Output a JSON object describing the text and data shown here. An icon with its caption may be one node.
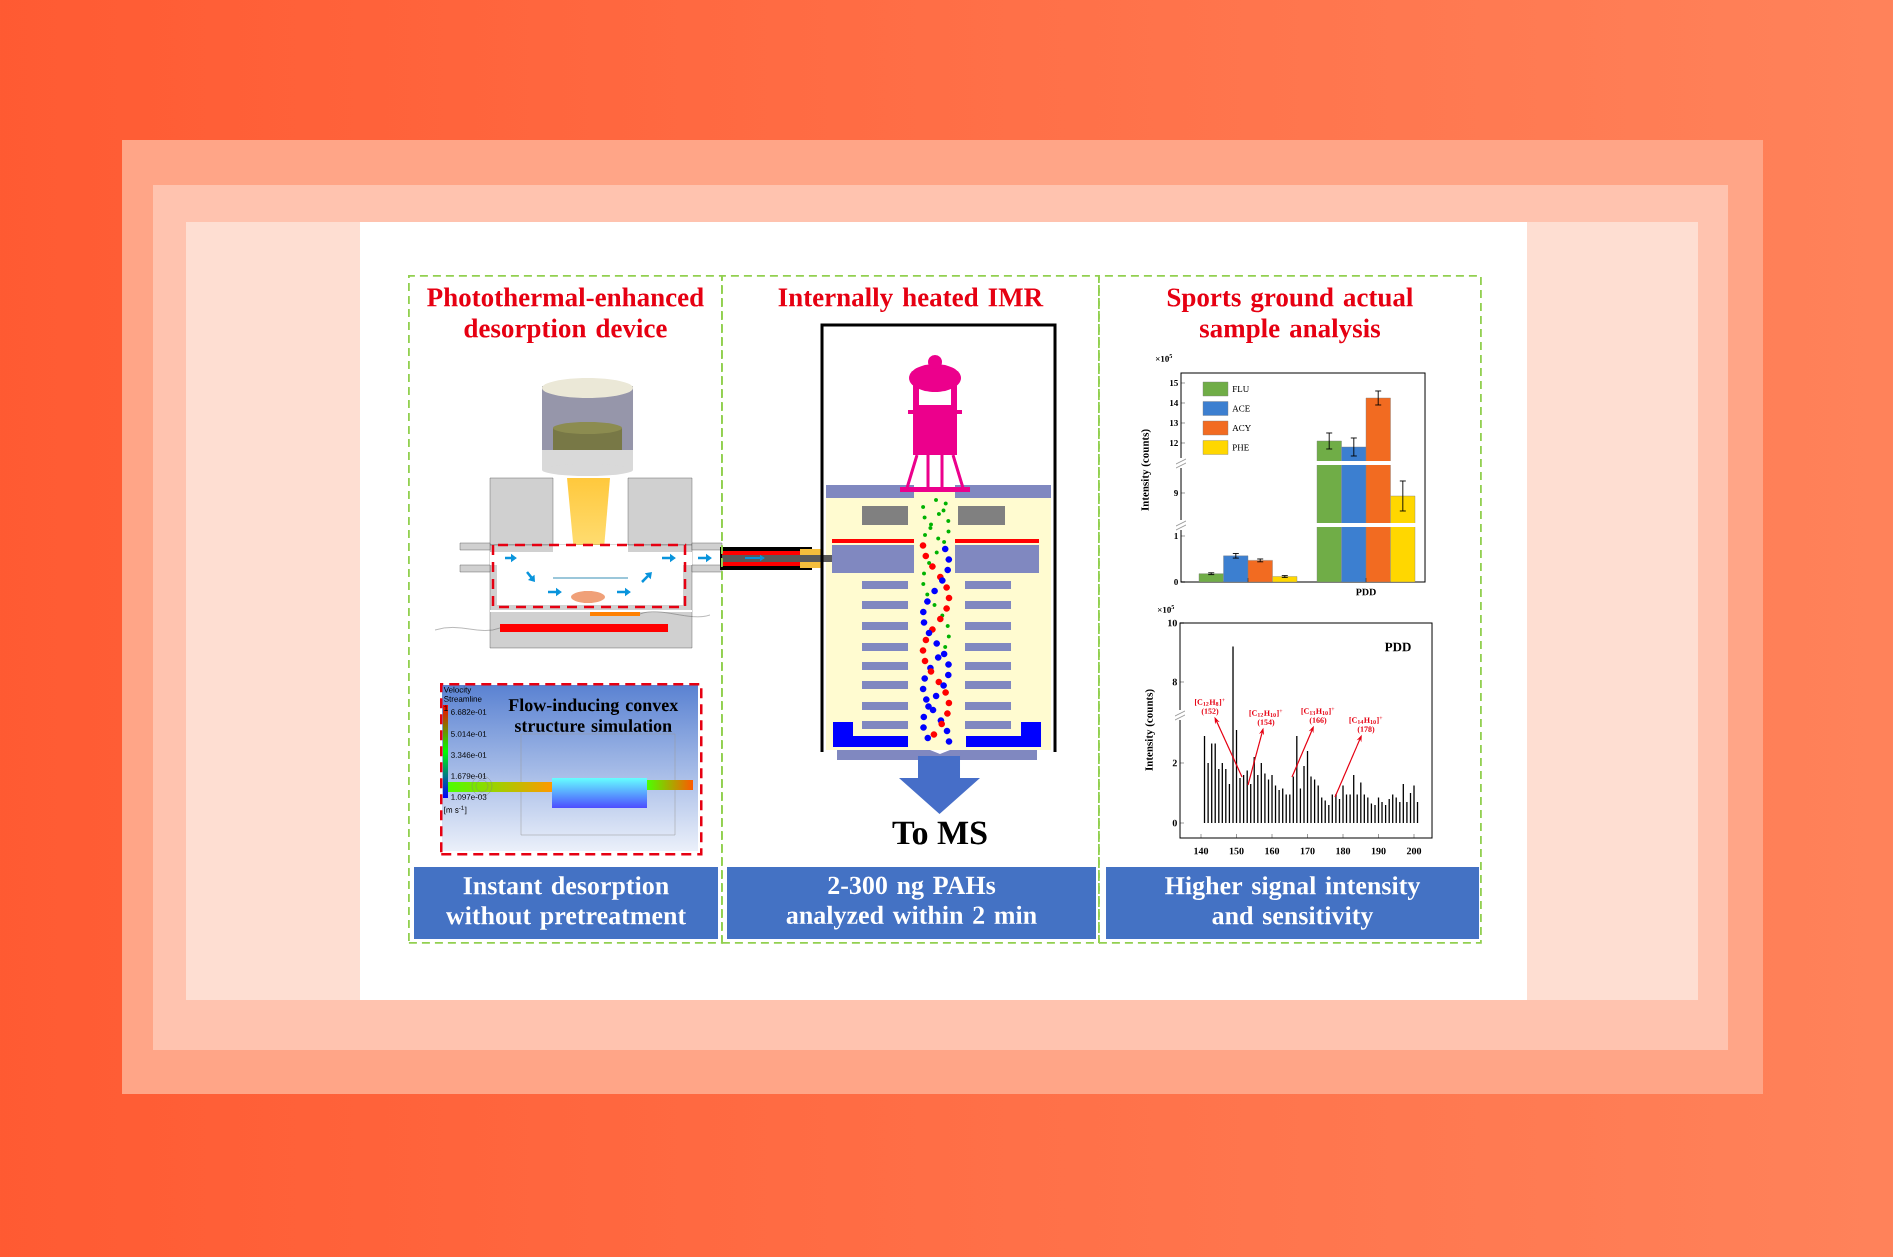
{
  "diagram": {
    "nodes": [
      {
        "text": [
          "Photothermal-enhanced desorption device"
        ]
      },
      {
        "text": [
          "Flow-inducing convex structure simulation"
        ],
        "in": 0
      },
      {
        "text": [
          "Instant desorption without pretreatment"
        ],
        "in": 0
      },
      {
        "text": [
          "Internally heated IMR"
        ]
      },
      {
        "text": [
          "2-300 ng PAHs analyzed within 2 min"
        ],
        "in": 3
      },
      {
        "text": [
          "Sports ground actual sample analysis"
        ]
      },
      {
        "text": [
          "Higher signal intensity and sensitivity"
        ],
        "in": 5
      },
      {
        "text": [
          "[C$_{12}$H$_{8}$]$^{+}$ (152)"
        ],
        "in": 5
      },
      {
        "text": [
          "[C$_{12}$H$_{10}$]$^{+}$ (154)"
        ],
        "in": 5
      },
      {
        "text": [
          "[C$_{13}$H$_{10}$]$^{+}$ (166)"
        ],
        "in": 5
      },
      {
        "text": [
          "[C$_{14}$H$_{10}$]$^{+}$ (178)"
        ],
        "in": 5
      }
    ],
    "edges": [
      {
        "from": null,
        "to": 7,
        "arrow": "to"
      },
      {
        "from": null,
        "to": 8,
        "arrow": "to"
      },
      {
        "from": null,
        "to": 9,
        "arrow": "to"
      },
      {
        "from": null,
        "to": 10,
        "arrow": "to"
      }
    ],
    "labels": [
      "Velocity Streamline 1",
      "6.682e-01",
      "5.014e-01",
      "3.346e-01",
      "1.679e-01",
      "1.097e-03",
      "[m s$^{-1}$]",
      "To MS",
      "×10$^{5}$",
      "×10$^{5}$",
      "10",
      "8",
      "2",
      "0",
      "140",
      "150",
      "160",
      "170",
      "180",
      "190",
      "200",
      "Intensity (counts)",
      "PDD",
      "PDD",
      "15",
      "14",
      "13",
      "12",
      "9",
      "1",
      "0",
      "Intensity (counts)"
    ],
    "legend": [
      {
        "text": "FLU",
        "color": "#70ad47"
      },
      {
        "text": "ACE",
        "color": "#3c7fd0"
      },
      {
        "text": "ACY",
        "color": "#f26b21"
      },
      {
        "text": "PHE",
        "color": "#ffd700"
      }
    ]
  }
}
